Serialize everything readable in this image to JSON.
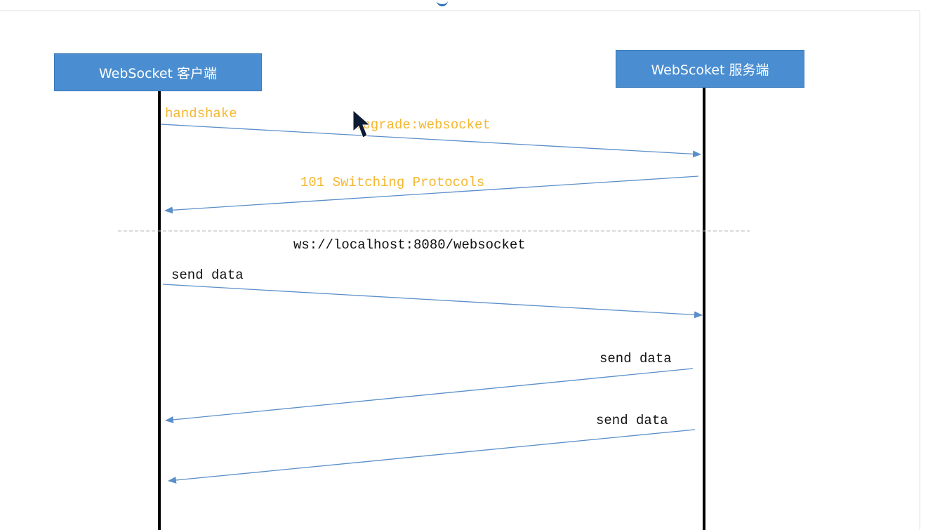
{
  "participants": {
    "client": "WebSocket 客户端",
    "server": "WebScoket 服务端"
  },
  "messages": {
    "handshake": "handshake",
    "upgrade": "Upgrade:websocket",
    "switching": "101 Switching Protocols",
    "url": "ws://localhost:8080/websocket",
    "send1": "send data",
    "send2": "send data",
    "send3": "send data"
  },
  "colors": {
    "box": "#4a8ed1",
    "arrow": "#5b8fc9",
    "label_highlight": "#f5b731",
    "label_text": "#111111",
    "divider": "#b5b5b5"
  }
}
